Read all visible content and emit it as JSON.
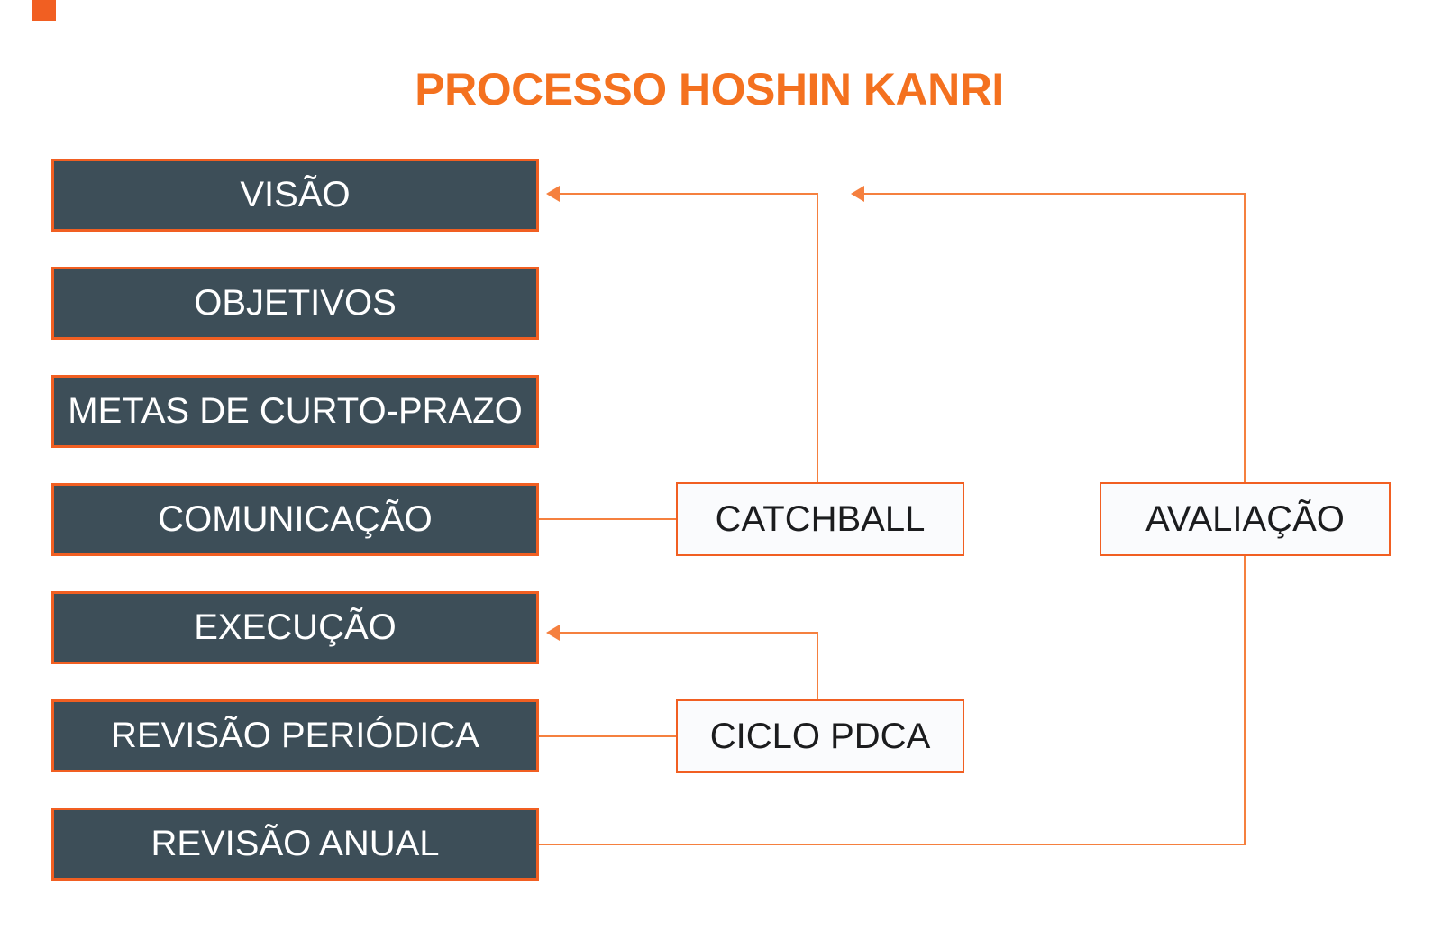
{
  "title": "PROCESSO HOSHIN KANRI",
  "process_steps": [
    "VISÃO",
    "OBJETIVOS",
    "METAS DE CURTO-PRAZO",
    "COMUNICAÇÃO",
    "EXECUÇÃO",
    "REVISÃO PERIÓDICA",
    "REVISÃO ANUAL"
  ],
  "feedback_boxes": {
    "catchball": "CATCHBALL",
    "avaliacao": "AVALIAÇÃO",
    "ciclo_pdca": "CICLO PDCA"
  },
  "connections": [
    "COMUNICAÇÃO — CATCHBALL",
    "CATCHBALL → VISÃO",
    "REVISÃO PERIÓDICA — CICLO PDCA",
    "CICLO PDCA → EXECUÇÃO",
    "REVISÃO ANUAL — AVALIAÇÃO",
    "AVALIAÇÃO → VISÃO"
  ],
  "colors": {
    "title_orange": "#f4711f",
    "accent_border_orange": "#f15f22",
    "connector_orange": "#f5803f",
    "step_fill": "#3d4e58",
    "step_text": "#ffffff",
    "feedback_fill": "#fafbfd",
    "feedback_text": "#1b1c1e",
    "background": "#ffffff"
  }
}
